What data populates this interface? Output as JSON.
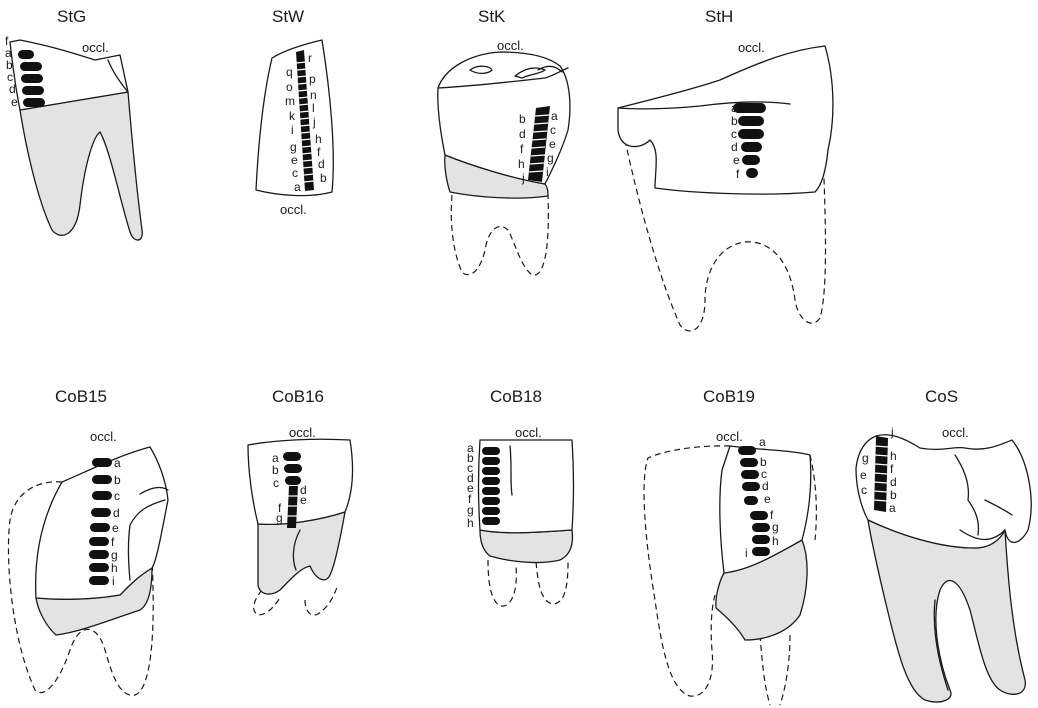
{
  "specimens": [
    {
      "id": "StG",
      "title": "StG",
      "occl": "occl.",
      "labels": [
        "f",
        "a",
        "b",
        "c",
        "d",
        "e"
      ]
    },
    {
      "id": "StW",
      "title": "StW",
      "occl": "occl.",
      "labels_left": [
        "q",
        "o",
        "m",
        "k",
        "i",
        "g",
        "e",
        "c",
        "a"
      ],
      "labels_right": [
        "r",
        "p",
        "n",
        "l",
        "j",
        "h",
        "f",
        "d",
        "b"
      ]
    },
    {
      "id": "StK",
      "title": "StK",
      "occl": "occl.",
      "labels_left": [
        "b",
        "d",
        "f",
        "h",
        "j"
      ],
      "labels_right": [
        "a",
        "c",
        "e",
        "g",
        "i"
      ]
    },
    {
      "id": "StH",
      "title": "StH",
      "occl": "occl.",
      "labels": [
        "a",
        "b",
        "c",
        "d",
        "e",
        "f"
      ]
    },
    {
      "id": "CoB15",
      "title": "CoB15",
      "occl": "occl.",
      "labels": [
        "a",
        "b",
        "c",
        "d",
        "e",
        "f",
        "g",
        "h",
        "i"
      ]
    },
    {
      "id": "CoB16",
      "title": "CoB16",
      "occl": "occl.",
      "labels": [
        "a",
        "b",
        "c",
        "d",
        "e",
        "f",
        "g"
      ]
    },
    {
      "id": "CoB18",
      "title": "CoB18",
      "occl": "occl.",
      "labels": [
        "a",
        "b",
        "c",
        "d",
        "e",
        "f",
        "g",
        "h"
      ]
    },
    {
      "id": "CoB19",
      "title": "CoB19",
      "occl": "occl.",
      "labels": [
        "a",
        "b",
        "c",
        "d",
        "e",
        "f",
        "g",
        "h",
        "i"
      ]
    },
    {
      "id": "CoS",
      "title": "CoS",
      "occl": "occl.",
      "labels_left": [
        "g",
        "e",
        "c"
      ],
      "labels_right": [
        "j",
        "h",
        "f",
        "d",
        "b",
        "a"
      ]
    }
  ]
}
